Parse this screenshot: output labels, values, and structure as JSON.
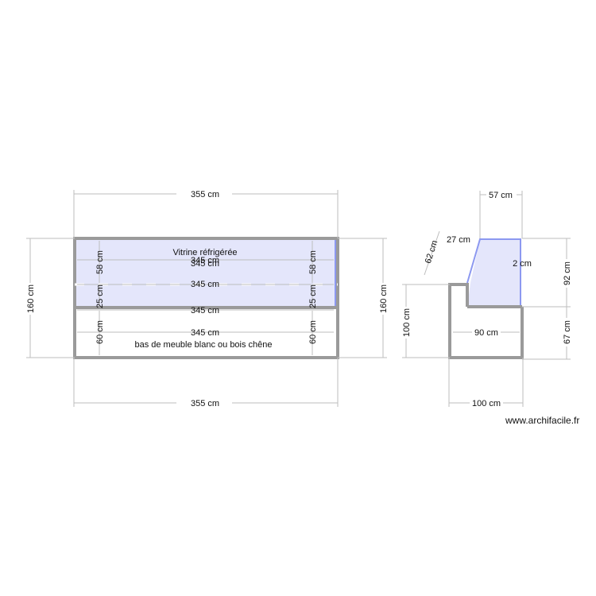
{
  "front_view": {
    "room_label_top": "Vitrine réfrigérée",
    "room_label_bottom": "bas de meuble blanc ou bois chêne",
    "overall_width_top": "355 cm",
    "overall_width_bottom": "355 cm",
    "height_left": "160 cm",
    "height_right": "160 cm",
    "inner_width_1": "345 cm",
    "inner_width_1b": "345 cm",
    "inner_width_2": "345 cm",
    "inner_width_3": "345 cm",
    "inner_width_4": "345 cm",
    "section1_height_left": "58 cm",
    "section1_height_right": "58 cm",
    "section2_height_left": "25 cm",
    "section2_height_right": "25 cm",
    "section3_height_left": "60 cm",
    "section3_height_right": "60 cm",
    "fill_color": "#e4e6fb",
    "accent_color": "#8c98f0",
    "wall_color": "#9a9a9a"
  },
  "side_view": {
    "top_width": "57 cm",
    "slope_length": "62 cm",
    "slope_run": "27 cm",
    "front_depth": "2 cm",
    "upper_height": "92 cm",
    "lower_height": "67 cm",
    "left_height": "100 cm",
    "inner_depth": "90 cm",
    "overall_depth": "100 cm"
  },
  "watermark": "www.archifacile.fr"
}
